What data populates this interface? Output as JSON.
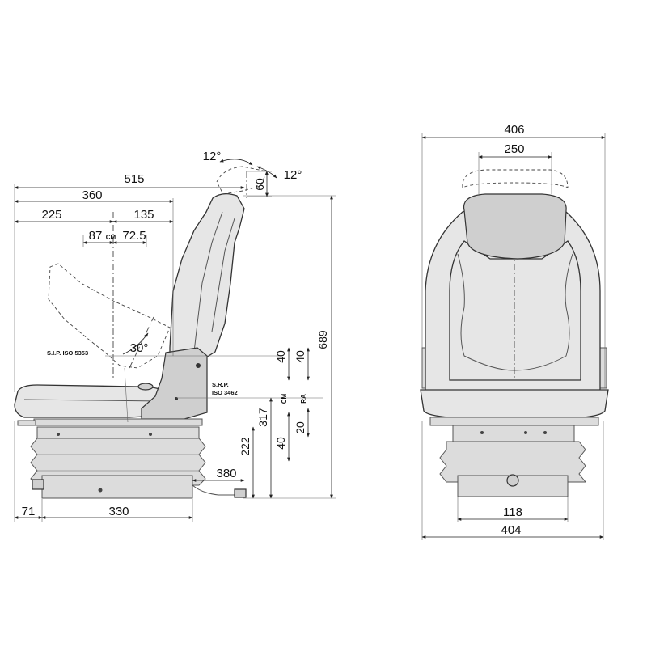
{
  "side_view": {
    "dims": {
      "d515": "515",
      "d360": "360",
      "d225": "225",
      "d135": "135",
      "d87": "87",
      "d72_5": "72.5",
      "d60": "60",
      "d689": "689",
      "d317": "317",
      "d222": "222",
      "d380": "380",
      "d71": "71",
      "d330": "330",
      "d40a": "40",
      "d40b": "40",
      "d40c": "40",
      "d20": "20"
    },
    "angles": {
      "backrest_tilt": "30°",
      "headrest_a": "12°",
      "headrest_b": "12°"
    },
    "labels": {
      "cm_top": "CM",
      "cm_vert": "CM",
      "ra_vert": "RA",
      "sip": "S.I.P.  ISO 5353",
      "srp_1": "S.R.P.",
      "srp_2": "ISO 3462"
    }
  },
  "front_view": {
    "dims": {
      "d406": "406",
      "d250": "250",
      "d118": "118",
      "d404": "404"
    }
  }
}
